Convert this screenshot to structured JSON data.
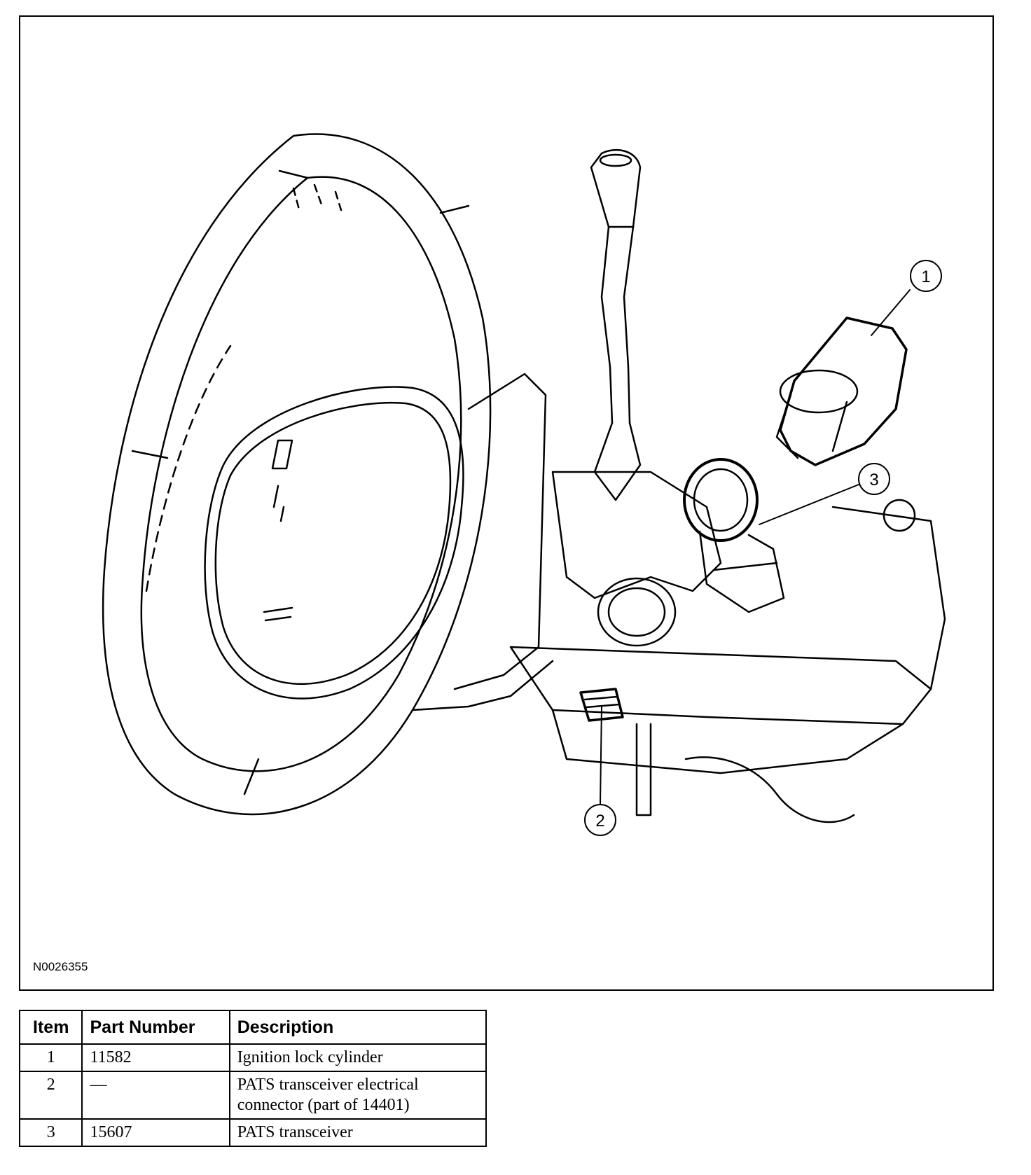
{
  "figure": {
    "id": "N0026355",
    "callouts": [
      {
        "label": "1",
        "target": "Ignition lock cylinder"
      },
      {
        "label": "2",
        "target": "PATS transceiver electrical connector"
      },
      {
        "label": "3",
        "target": "PATS transceiver"
      }
    ]
  },
  "table": {
    "headers": [
      "Item",
      "Part Number",
      "Description"
    ],
    "rows": [
      [
        "1",
        "11582",
        "Ignition lock cylinder"
      ],
      [
        "2",
        "—",
        "PATS transceiver electrical connector (part of 14401)"
      ],
      [
        "3",
        "15607",
        "PATS transceiver"
      ]
    ]
  }
}
